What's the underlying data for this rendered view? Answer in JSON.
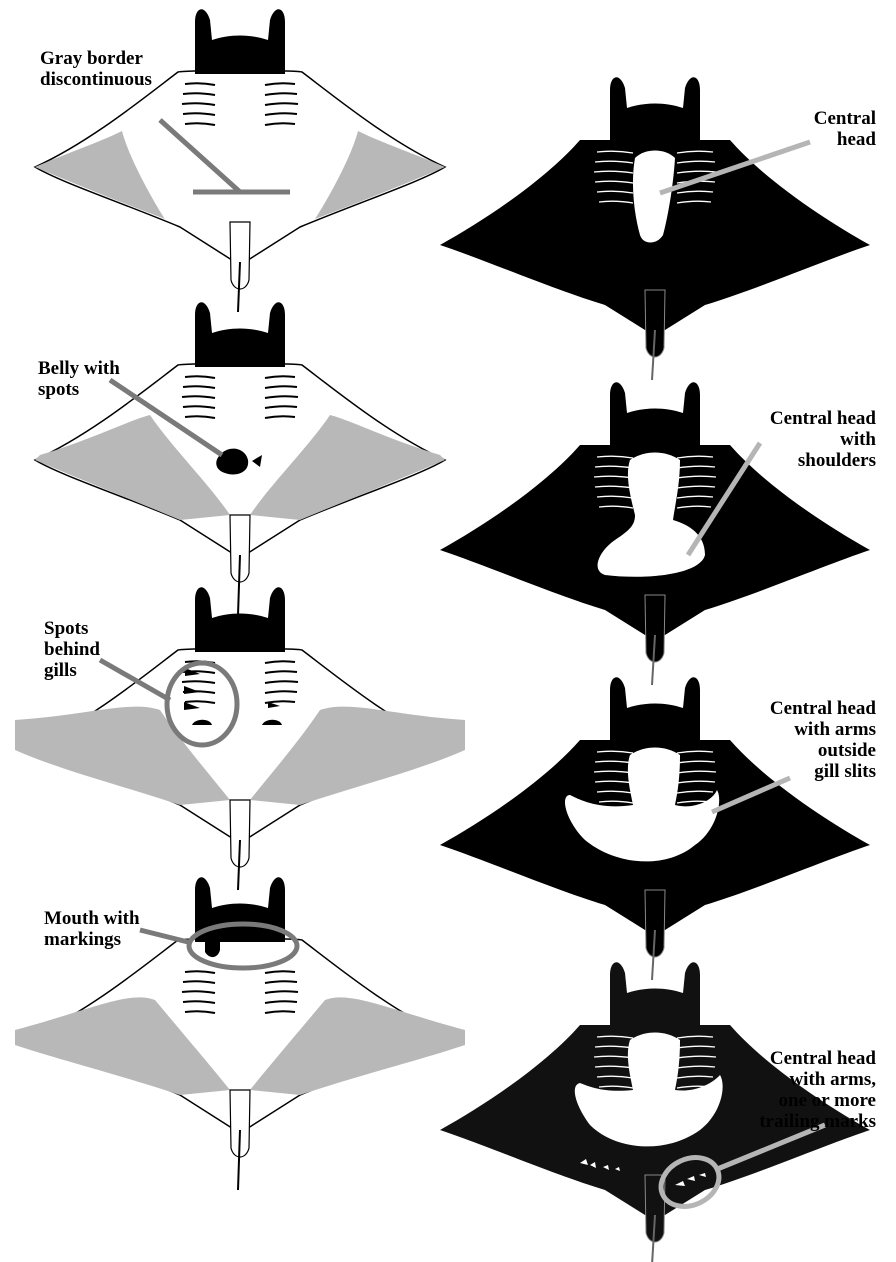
{
  "colors": {
    "ink": "#000000",
    "gray_fill": "#b8b8b8",
    "pointer": "#7a7a7a",
    "pointer_light": "#b5b5b5",
    "white": "#ffffff"
  },
  "labels": {
    "gray_border": "Gray border\ndiscontinuous",
    "belly_spots": "Belly with\nspots",
    "spots_gills": "Spots\nbehind\ngills",
    "mouth": "Mouth with\nmarkings",
    "central_head": "Central\nhead",
    "central_shoulders": "Central head\nwith\nshoulders",
    "central_arms": "Central head\nwith arms\noutside\ngill slits",
    "central_trailing": "Central head\nwith arms,\none or more\ntrailing marks"
  }
}
